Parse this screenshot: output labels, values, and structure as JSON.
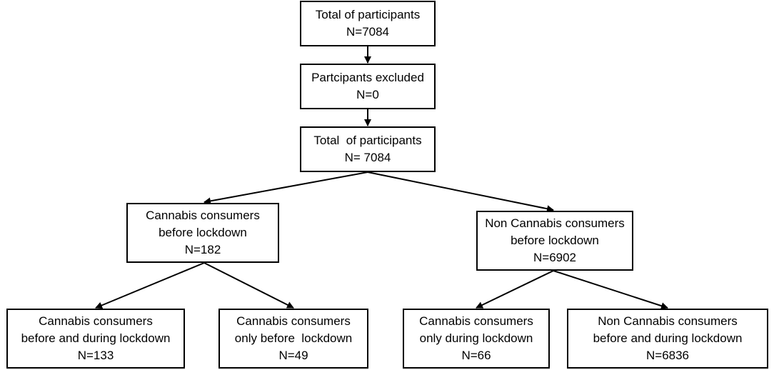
{
  "nodes": [
    {
      "id": "n1",
      "lines": [
        "Total of participants",
        "N=7084"
      ]
    },
    {
      "id": "n2",
      "lines": [
        "Partcipants excluded",
        "N=0"
      ]
    },
    {
      "id": "n3",
      "lines": [
        "Total  of participants",
        "N= 7084"
      ]
    },
    {
      "id": "n4",
      "lines": [
        "Cannabis consumers",
        "before lockdown",
        "N=182"
      ]
    },
    {
      "id": "n5",
      "lines": [
        "Non Cannabis consumers",
        "before lockdown",
        "N=6902"
      ]
    },
    {
      "id": "n6",
      "lines": [
        "Cannabis consumers",
        "before and during lockdown",
        "N=133"
      ]
    },
    {
      "id": "n7",
      "lines": [
        "Cannabis consumers",
        "only before  lockdown",
        "N=49"
      ]
    },
    {
      "id": "n8",
      "lines": [
        "Cannabis consumers",
        "only during lockdown",
        "N=66"
      ]
    },
    {
      "id": "n9",
      "lines": [
        "Non Cannabis consumers",
        "before and during lockdown",
        "N=6836"
      ]
    }
  ],
  "edges": [
    {
      "from": "n1",
      "to": "n2"
    },
    {
      "from": "n2",
      "to": "n3"
    },
    {
      "from": "n3",
      "to": "n4"
    },
    {
      "from": "n3",
      "to": "n5"
    },
    {
      "from": "n4",
      "to": "n6"
    },
    {
      "from": "n4",
      "to": "n7"
    },
    {
      "from": "n5",
      "to": "n8"
    },
    {
      "from": "n5",
      "to": "n9"
    }
  ],
  "colors": {
    "stroke": "#000000",
    "box_fill": "#ffffff",
    "text": "#000000"
  }
}
